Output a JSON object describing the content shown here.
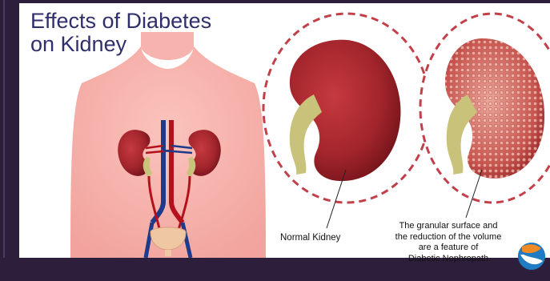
{
  "title": {
    "line1": "Effects of Diabetes",
    "line2": "on Kidney"
  },
  "labels": {
    "normal": "Normal Kidney",
    "diabetic_lines": [
      "The granular surface and",
      "the reduction of the volume",
      "are a feature of",
      "Diabetic Nephropath"
    ]
  },
  "icons": {
    "logo": "diabetes-logo-icon"
  },
  "colors": {
    "background": "#2b1e3a",
    "title": "#2f2f6b",
    "skin": "#f7b3ad",
    "kidney": "#a3252c",
    "kidney_dark": "#6e1118",
    "ureter_tissue": "#c9c27a",
    "circle_border": "#c2404a",
    "bladder": "#efc7a2",
    "vein": "#1e3a8a",
    "artery": "#b3121c",
    "logo_orange": "#f08a24",
    "logo_blue": "#1f7cc2"
  }
}
